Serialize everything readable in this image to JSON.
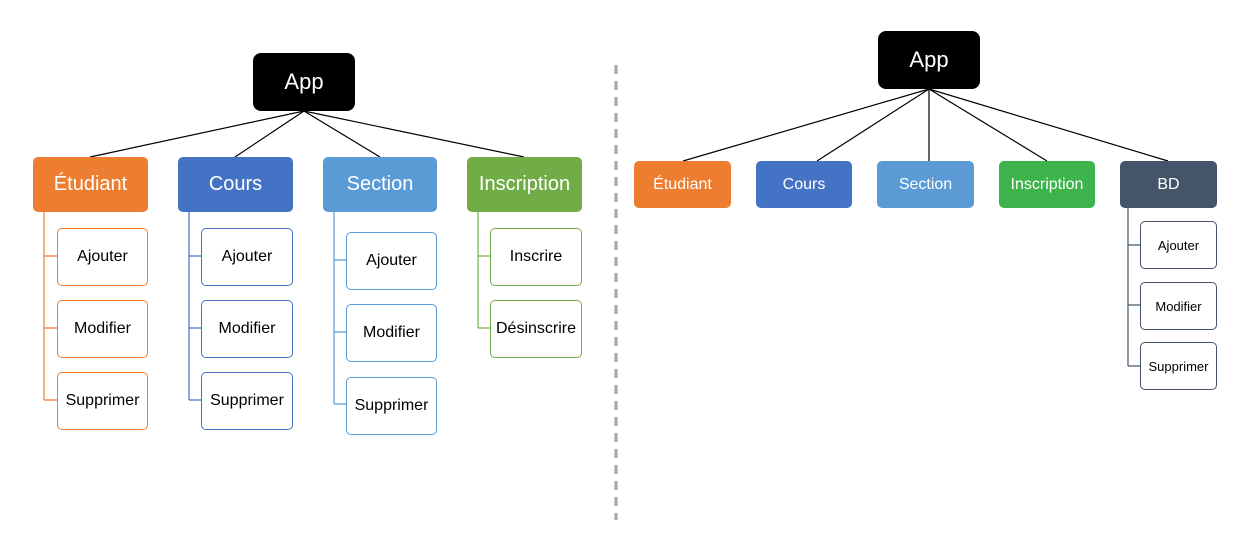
{
  "colors": {
    "etudiant": "#ed7d31",
    "cours": "#4472c4",
    "section": "#5b9bd5",
    "inscription_left": "#70ad47",
    "inscription_right": "#3cb44b",
    "bd": "#44546a",
    "root": "#000000",
    "divider": "#a6a6a6",
    "connector": "#000000"
  },
  "left": {
    "root": "App",
    "modules": [
      {
        "key": "etudiant",
        "label": "Étudiant",
        "children": [
          "Ajouter",
          "Modifier",
          "Supprimer"
        ]
      },
      {
        "key": "cours",
        "label": "Cours",
        "children": [
          "Ajouter",
          "Modifier",
          "Supprimer"
        ]
      },
      {
        "key": "section",
        "label": "Section",
        "children": [
          "Ajouter",
          "Modifier",
          "Supprimer"
        ]
      },
      {
        "key": "inscription",
        "label": "Inscription",
        "children": [
          "Inscrire",
          "Désinscrire"
        ]
      }
    ]
  },
  "right": {
    "root": "App",
    "modules": [
      {
        "key": "etudiant",
        "label": "Étudiant",
        "children": []
      },
      {
        "key": "cours",
        "label": "Cours",
        "children": []
      },
      {
        "key": "section",
        "label": "Section",
        "children": []
      },
      {
        "key": "inscription",
        "label": "Inscription",
        "children": []
      },
      {
        "key": "bd",
        "label": "BD",
        "children": [
          "Ajouter",
          "Modifier",
          "Supprimer"
        ]
      }
    ]
  }
}
